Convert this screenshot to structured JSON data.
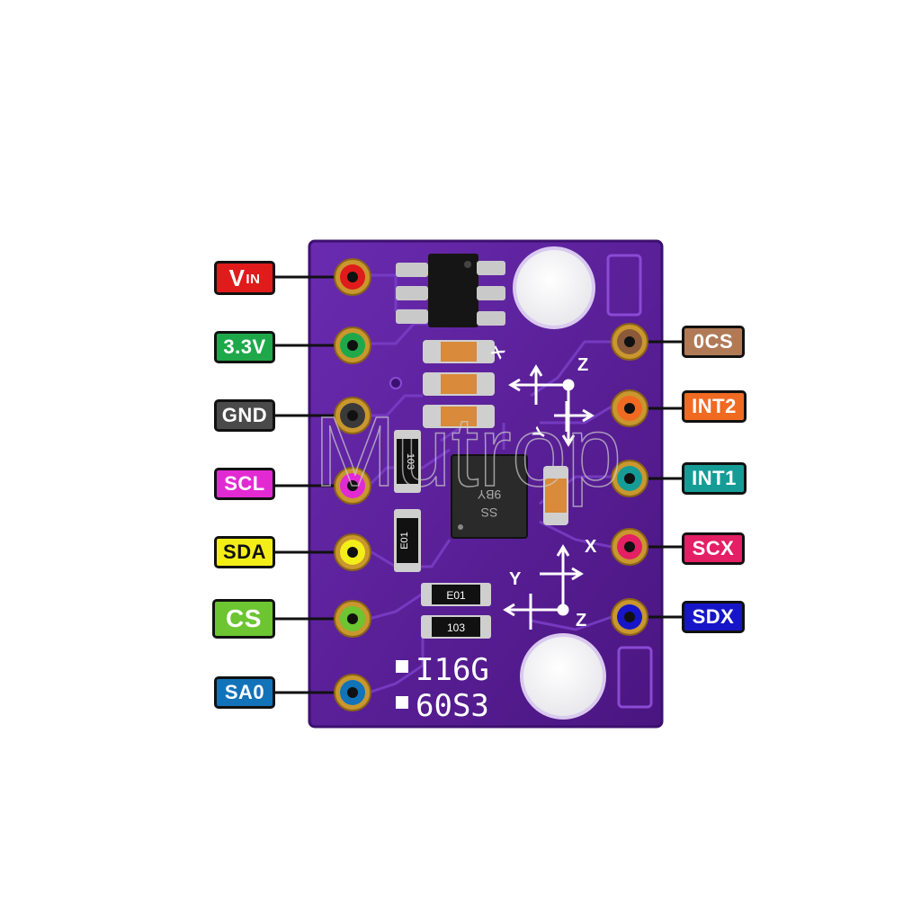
{
  "pins_left": [
    {
      "id": "vin",
      "label": "V",
      "label_sub": "IN",
      "color": "#e01b1b",
      "pad_color": "#e01b1b"
    },
    {
      "id": "3v3",
      "label": "3.3V",
      "color": "#1fa84a",
      "pad_color": "#1fa84a"
    },
    {
      "id": "gnd",
      "label": "GND",
      "color": "#4a4a4a",
      "pad_color": "#3a3a3a"
    },
    {
      "id": "scl",
      "label": "SCL",
      "color": "#e22ad3",
      "pad_color": "#e22ad3"
    },
    {
      "id": "sda",
      "label": "SDA",
      "color": "#f4ee18",
      "pad_color": "#f4ee18"
    },
    {
      "id": "cs",
      "label": "CS",
      "color": "#6cc531",
      "pad_color": "#6cc531"
    },
    {
      "id": "sa0",
      "label": "SA0",
      "color": "#1273b9",
      "pad_color": "#1273b9"
    }
  ],
  "pins_right": [
    {
      "id": "ocs",
      "label": "0CS",
      "color": "#b07a56",
      "pad_color": "#8a5a3a"
    },
    {
      "id": "int2",
      "label": "INT2",
      "color": "#f06a22",
      "pad_color": "#f06a22"
    },
    {
      "id": "int1",
      "label": "INT1",
      "color": "#169c96",
      "pad_color": "#169c96"
    },
    {
      "id": "scx",
      "label": "SCX",
      "color": "#e41f63",
      "pad_color": "#e41f63"
    },
    {
      "id": "sdx",
      "label": "SDX",
      "color": "#1616c8",
      "pad_color": "#1616c8"
    }
  ],
  "board": {
    "pcb_color": "#5b1f9c",
    "silk_line1": "I16G",
    "silk_line2": "60S3",
    "chip_marking_1": "9BY",
    "chip_marking_2": "SS",
    "resistor_code_a": "103",
    "resistor_code_b": "E01",
    "resistor_code_c": "E01",
    "resistor_code_d": "103",
    "axis_labels_top": {
      "x": "X",
      "y": "Y",
      "z": "Z"
    },
    "axis_labels_bottom": {
      "x": "X",
      "y": "Y",
      "z": "Z"
    }
  },
  "watermark": "Mutrop"
}
